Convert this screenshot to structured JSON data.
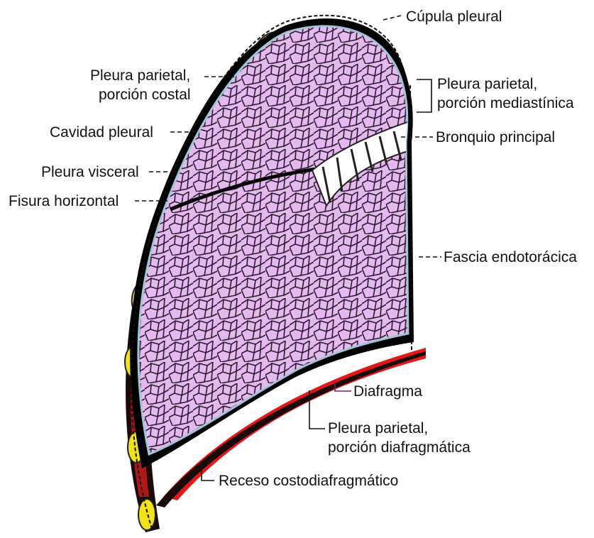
{
  "labels": {
    "cupula": "Cúpula pleural",
    "parietal_costal_1": "Pleura parietal,",
    "parietal_costal_2": "porción costal",
    "parietal_mediastinica_1": "Pleura parietal,",
    "parietal_mediastinica_2": "porción mediastínica",
    "cavidad": "Cavidad pleural",
    "bronquio": "Bronquio principal",
    "visceral": "Pleura visceral",
    "fisura": "Fisura horizontal",
    "fascia": "Fascia endotorácica",
    "diafragma": "Diafragma",
    "parietal_diafragmatica_1": "Pleura parietal,",
    "parietal_diafragmatica_2": "porción diafragmática",
    "receso": "Receso costodiafragmático"
  },
  "colors": {
    "lung_fill": "#e6b8f0",
    "lung_lines": "#2a1a2e",
    "pleura_outer": "#000000",
    "pleura_blue": "#9fc6d8",
    "diaphragm": "#e01818",
    "rib": "#f2e21a",
    "muscle": "#b01818"
  }
}
